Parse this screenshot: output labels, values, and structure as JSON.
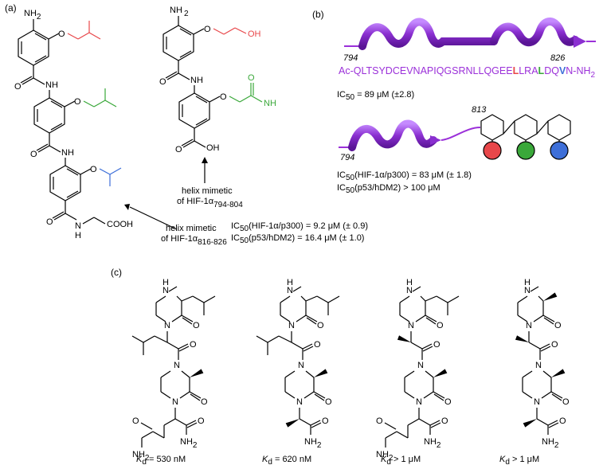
{
  "panels": {
    "a": "(a)",
    "b": "(b)",
    "c": "(c)"
  },
  "panel_a": {
    "atoms": {
      "nh2": "NH",
      "nh2_sub": "2",
      "o": "O",
      "nh": "NH",
      "n": "N",
      "h": "H",
      "oh": "OH",
      "cooh": "COOH"
    },
    "mimic1": {
      "line1": "helix mimetic",
      "line2": "of HIF-1α",
      "range": "816-826"
    },
    "mimic2": {
      "line1": "helix mimetic",
      "line2": "of HIF-1α",
      "range": "794-804"
    },
    "ic50_1": "IC",
    "ic50_1_sub": "50",
    "ic50_1_txt": "(HIF-1α/p300) = 9.2 μM (± 0.9)",
    "ic50_2": "IC",
    "ic50_2_sub": "50",
    "ic50_2_txt": "(p53/hDM2) = 16.4 μM (± 1.0)"
  },
  "panel_b": {
    "seq_start": "794",
    "seq_end": "826",
    "seq_prefix": "Ac-QLTSYDCEVNAPIQGSRNLLQGEE",
    "seq_L1": "L",
    "seq_mid1": "LRA",
    "seq_L2": "L",
    "seq_mid2": "DQ",
    "seq_V": "V",
    "seq_tail": "N-NH",
    "seq_tail_sub": "2",
    "ic50_peptide": "IC",
    "ic50_peptide_sub": "50",
    "ic50_peptide_txt": " = 89 μM (±2.8)",
    "hybrid_start": "794",
    "hybrid_junction": "813",
    "ic50_hybrid_1": "IC",
    "ic50_hybrid_1_sub": "50",
    "ic50_hybrid_1_txt": "(HIF-1α/p300) = 83 μM (± 1.8)",
    "ic50_hybrid_2": "IC",
    "ic50_hybrid_2_sub": "50",
    "ic50_hybrid_2_txt": "(p53/hDM2) > 100 μM"
  },
  "panel_c": {
    "atoms": {
      "nh": "N",
      "h": "H",
      "n": "N",
      "o": "O",
      "nh2": "NH",
      "nh2_sub": "2"
    },
    "kd": [
      {
        "k": "K",
        "sub": "d",
        "val": " = 530 nM"
      },
      {
        "k": "K",
        "sub": "d",
        "val": " = 620 nM"
      },
      {
        "k": "K",
        "sub": "d",
        "val": " > 1 μM"
      },
      {
        "k": "K",
        "sub": "d",
        "val": " > 1 μM"
      }
    ]
  },
  "colors": {
    "red": "#e8474a",
    "green": "#3aa83a",
    "blue": "#3e6fd8",
    "helix": "#9b30d9"
  }
}
